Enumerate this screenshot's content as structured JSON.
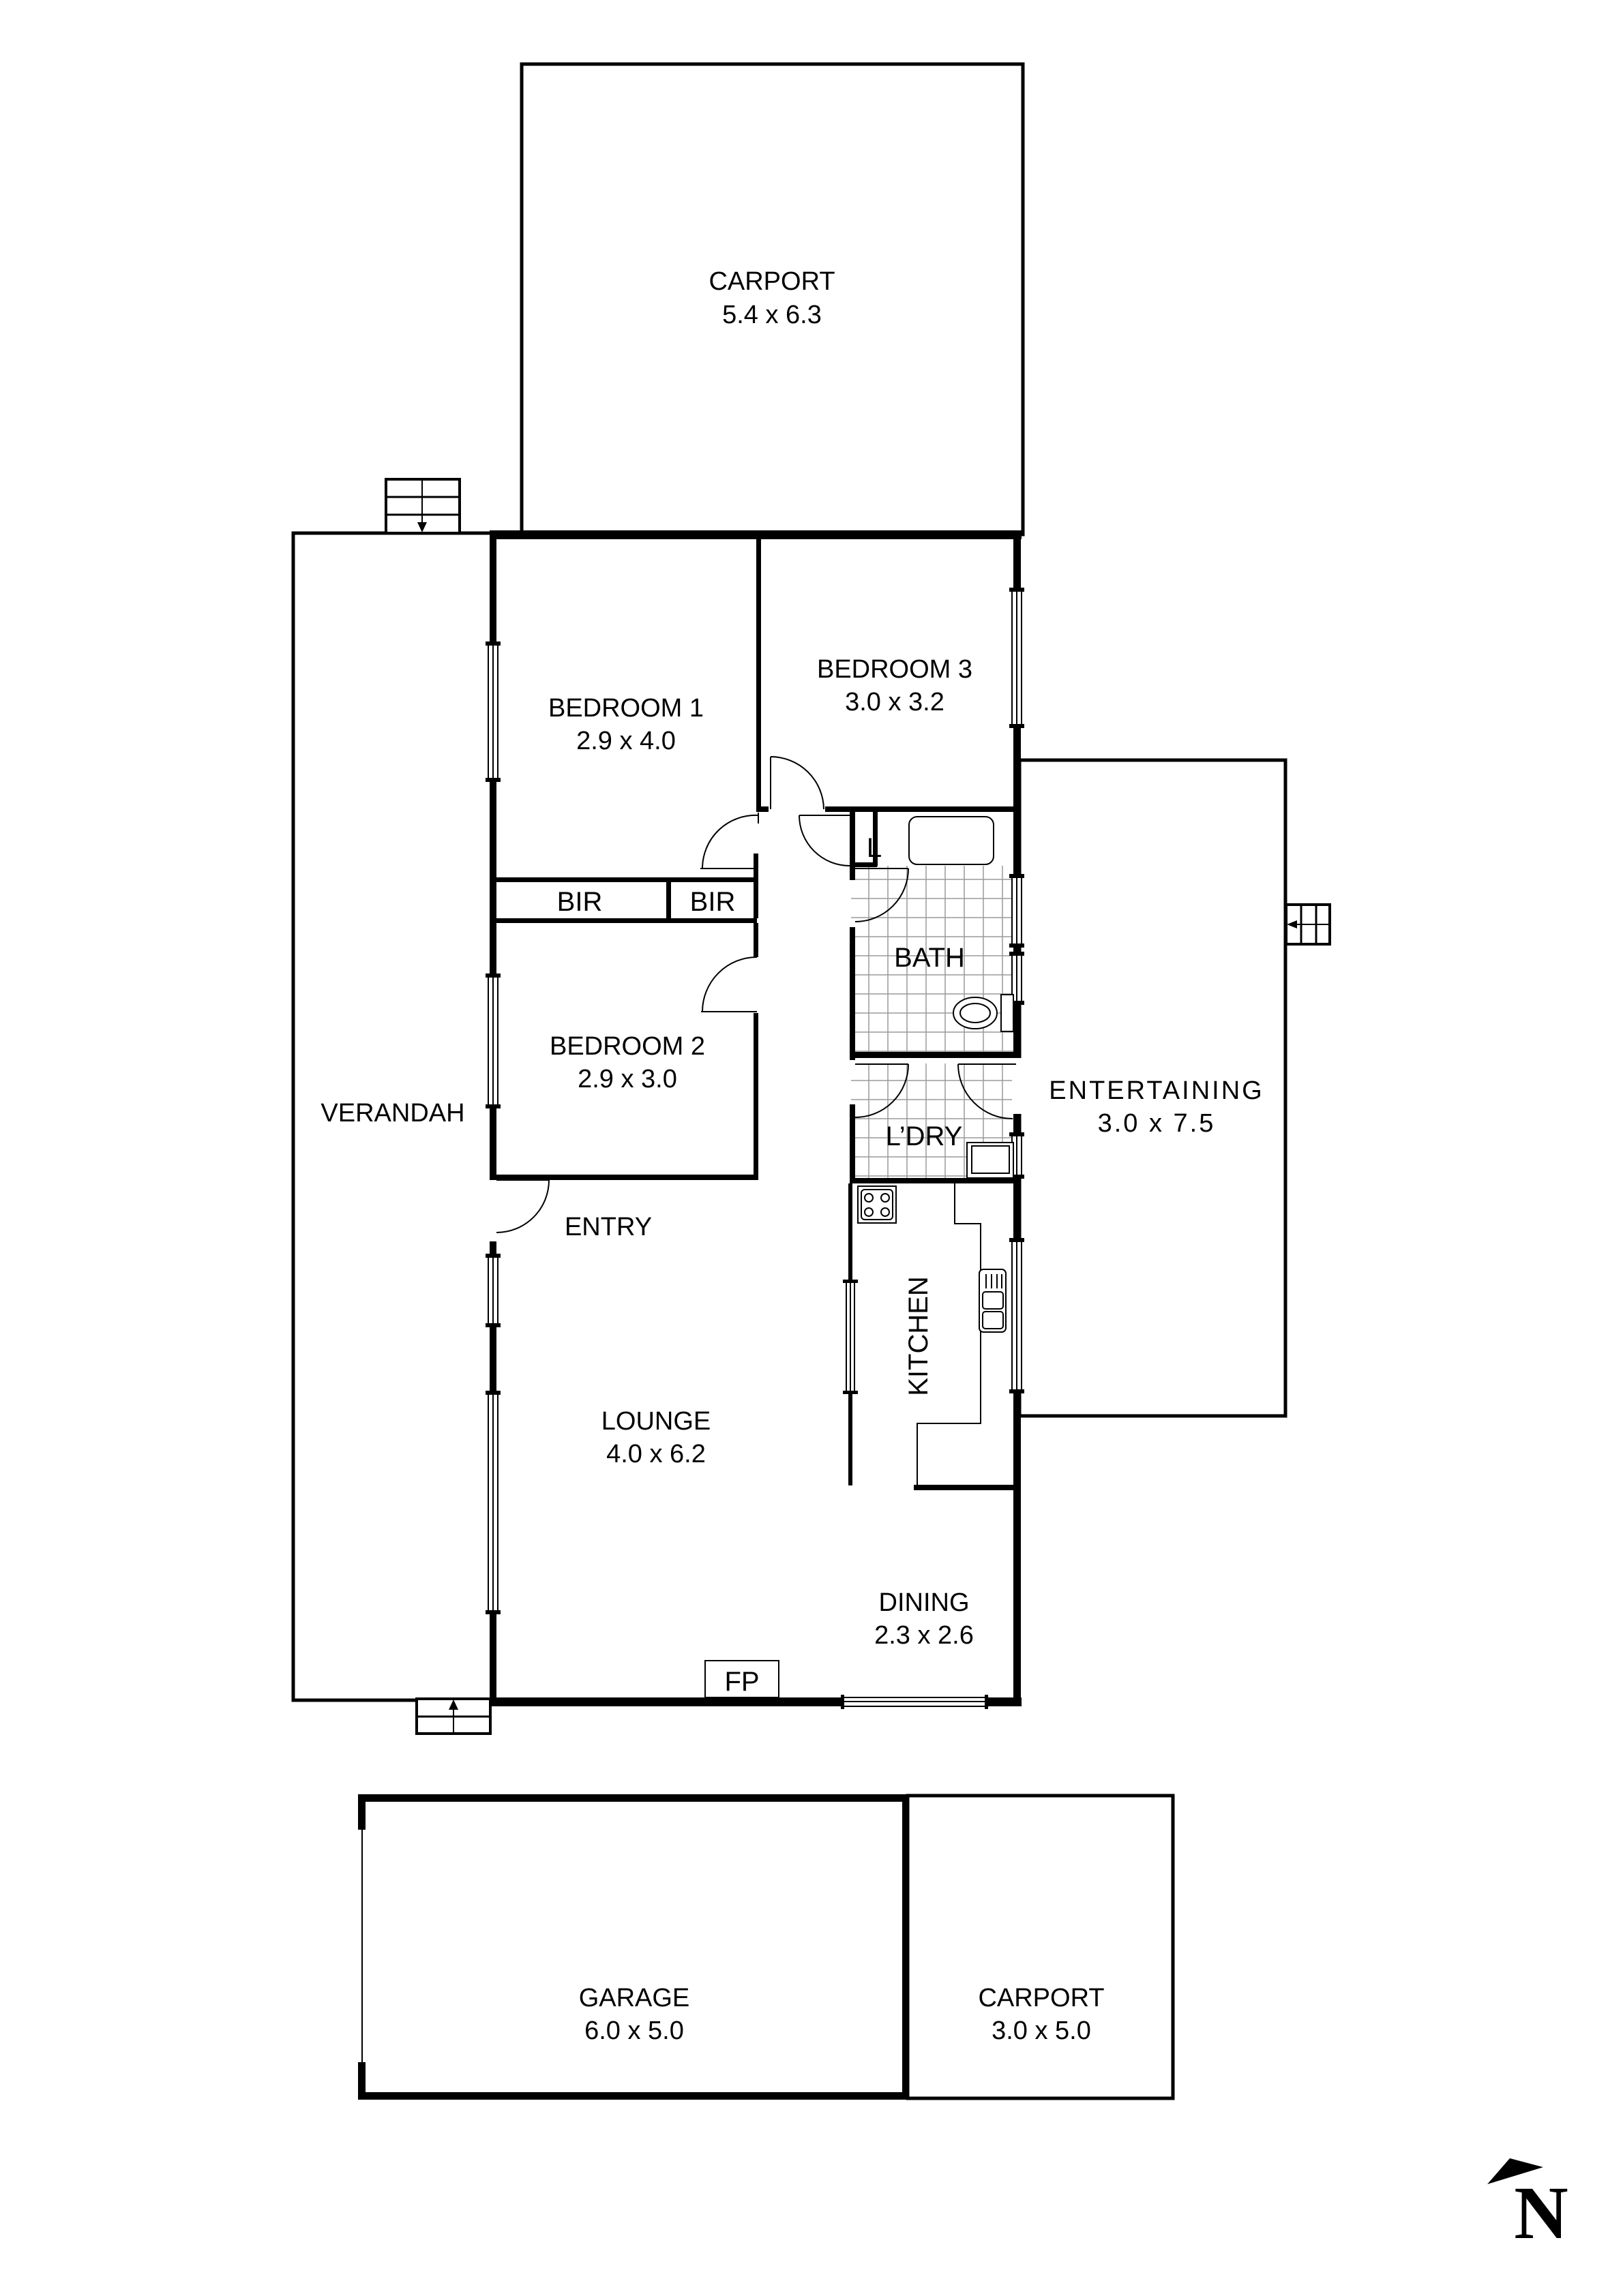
{
  "plan": {
    "rooms": {
      "carport_top": {
        "name": "CARPORT",
        "dims": "5.4 x 6.3"
      },
      "bedroom1": {
        "name": "BEDROOM 1",
        "dims": "2.9 x 4.0"
      },
      "bedroom3": {
        "name": "BEDROOM 3",
        "dims": "3.0 x 3.2"
      },
      "bir_left": {
        "name": "BIR"
      },
      "bir_right": {
        "name": "BIR"
      },
      "linen": {
        "name": "L"
      },
      "bath": {
        "name": "BATH"
      },
      "bedroom2": {
        "name": "BEDROOM 2",
        "dims": "2.9 x 3.0"
      },
      "verandah": {
        "name": "VERANDAH"
      },
      "laundry": {
        "name": "L’DRY"
      },
      "entertaining": {
        "name": "ENTERTAINING",
        "dims": "3.0 x 7.5"
      },
      "entry": {
        "name": "ENTRY"
      },
      "kitchen": {
        "name": "KITCHEN"
      },
      "lounge": {
        "name": "LOUNGE",
        "dims": "4.0 x 6.2"
      },
      "dining": {
        "name": "DINING",
        "dims": "2.3 x 2.6"
      },
      "fireplace": {
        "name": "FP"
      },
      "garage": {
        "name": "GARAGE",
        "dims": "6.0 x 5.0"
      },
      "carport_bottom": {
        "name": "CARPORT",
        "dims": "3.0 x 5.0"
      }
    },
    "compass": {
      "label": "N",
      "icon": "north-arrow-icon"
    },
    "colors": {
      "wall": "#000000",
      "background": "#ffffff",
      "tile_grid": "#9a9a9a"
    }
  }
}
